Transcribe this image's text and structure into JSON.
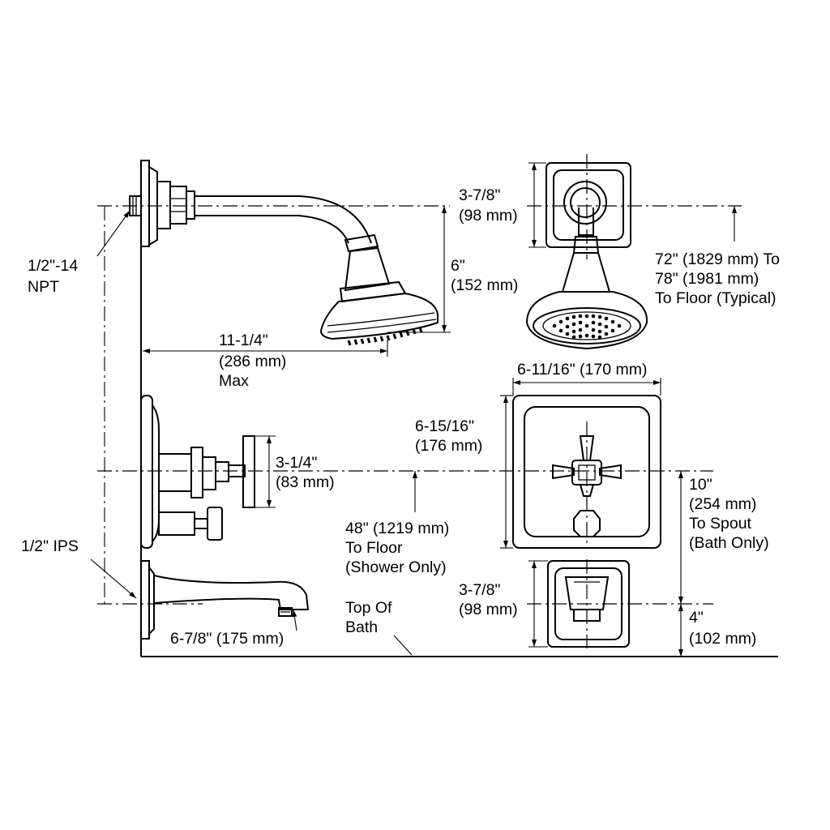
{
  "labels": {
    "npt": [
      "1/2\"-14",
      "NPT"
    ],
    "arm_reach": [
      "11-1/4\"",
      "(286 mm)",
      "Max"
    ],
    "drop": [
      "6\"",
      "(152 mm)"
    ],
    "escutcheon_top": [
      "3-7/8\"",
      "(98 mm)"
    ],
    "floor_typical": [
      "72\" (1829 mm) To",
      "78\" (1981 mm)",
      "To Floor (Typical)"
    ],
    "plate_width": [
      "6-11/16\" (170 mm)"
    ],
    "plate_height": [
      "6-15/16\"",
      "(176 mm)"
    ],
    "handle_projection": [
      "3-1/4\"",
      "(83 mm)"
    ],
    "valve_floor": [
      "48\" (1219 mm)",
      "To Floor",
      "(Shower Only)"
    ],
    "spout_height": [
      "10\"",
      "(254 mm)",
      "To Spout",
      "(Bath Only)"
    ],
    "ips": [
      "1/2\" IPS"
    ],
    "spout_length": [
      "6-7/8\" (175 mm)"
    ],
    "top_of_bath": [
      "Top Of",
      "Bath"
    ],
    "spout_escutcheon": [
      "3-7/8\"",
      "(98 mm)"
    ],
    "spout_drop": [
      "4\"",
      "(102 mm)"
    ]
  }
}
